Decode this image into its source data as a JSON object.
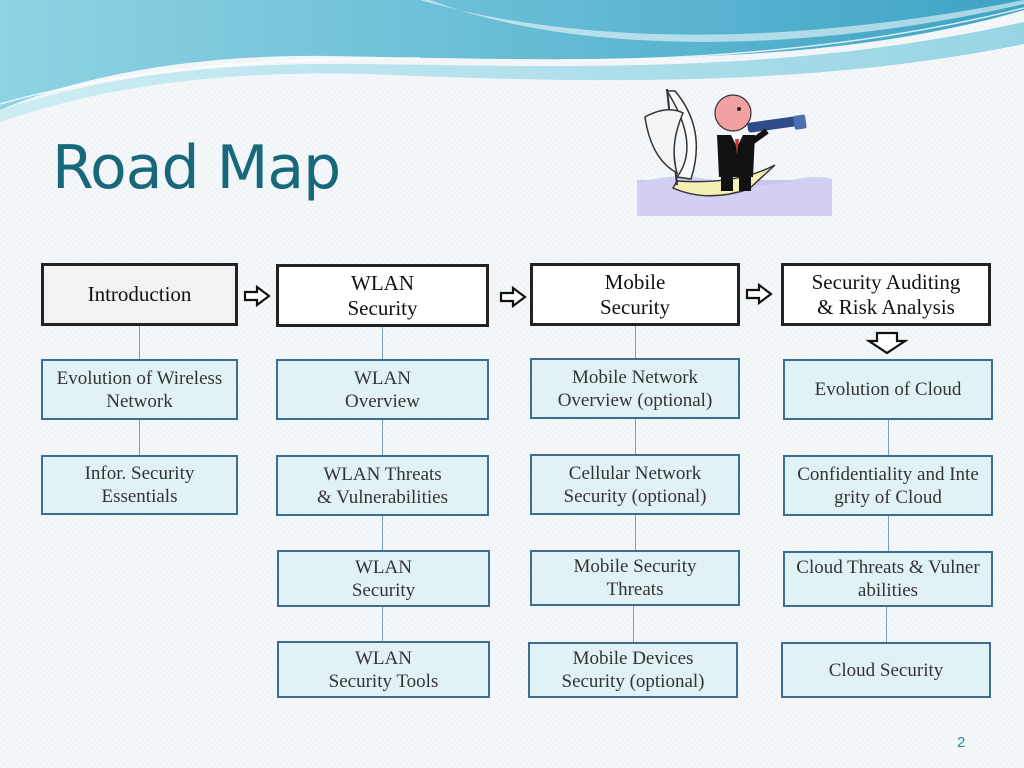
{
  "title": "Road Map",
  "page_number": "2",
  "columns": [
    {
      "header": "Introduction",
      "items": [
        "Evolution of Wireless\nNetwork",
        "Infor. Security\nEssentials"
      ]
    },
    {
      "header": "WLAN\nSecurity",
      "items": [
        "WLAN\nOverview",
        "WLAN Threats\n& Vulnerabilities",
        "WLAN\nSecurity",
        "WLAN\nSecurity Tools"
      ]
    },
    {
      "header": "Mobile\nSecurity",
      "items": [
        "Mobile Network\nOverview (optional)",
        "Cellular Network\nSecurity (optional)",
        "Mobile Security\nThreats",
        "Mobile Devices\nSecurity (optional)"
      ]
    },
    {
      "header": "Security Auditing\n& Risk Analysis",
      "items": [
        "Evolution of Cloud",
        "Confidentiality and Inte\ngrity of Cloud",
        "Cloud Threats & Vulner\nabilities",
        "Cloud Security"
      ]
    }
  ],
  "colors": {
    "title": "#17687a",
    "box_fill": "#e1f2f6",
    "box_border": "#3d6e92",
    "connector": "#7d9fb4"
  },
  "icons": [
    "right-arrow-icon",
    "down-arrow-icon",
    "explorer-boat-clipart"
  ]
}
